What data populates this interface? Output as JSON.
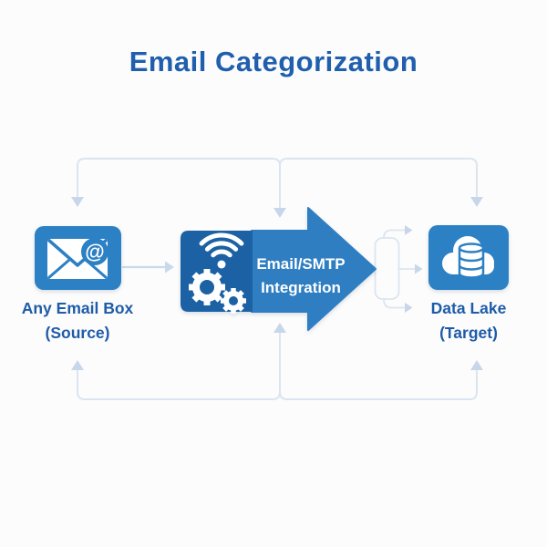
{
  "title": "Email Categorization",
  "nodes": {
    "source": {
      "label_line1": "Any Email Box",
      "label_line2": "(Source)",
      "icon": "envelope-at-icon"
    },
    "integration": {
      "label_line1": "Email/SMTP",
      "label_line2": "Integration",
      "icon": "wifi-and-gears-icon"
    },
    "target": {
      "label_line1": "Data Lake",
      "label_line2": "(Target)",
      "icon": "cloud-database-icon"
    }
  },
  "icons": {
    "at_symbol": "@"
  },
  "colors": {
    "background": "#fcfcfc",
    "title_text": "#1f5fad",
    "label_text": "#1e5ca8",
    "node_blue": "#2c80c4",
    "dark_panel_blue": "#1b61a3",
    "arrow_blue": "#2f7ec2",
    "connector_line": "#dbe5f0",
    "connector_arrowhead": "#c7d7e9",
    "icon_white": "#ffffff"
  }
}
